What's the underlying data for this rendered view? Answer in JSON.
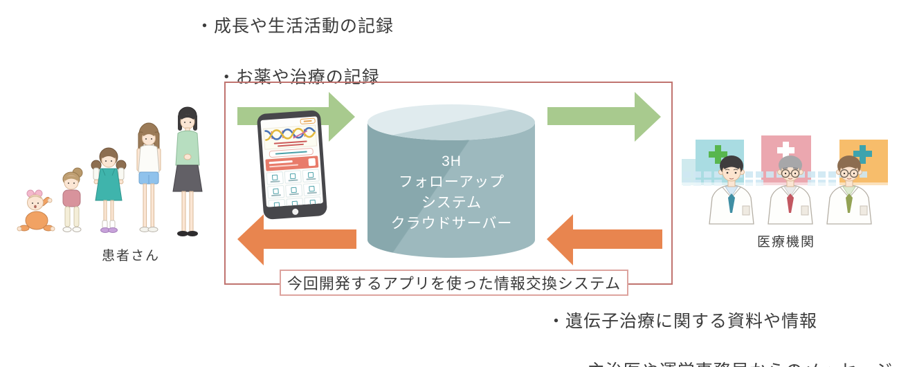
{
  "diagram": {
    "top_notes": [
      "・成長や生活活動の記録",
      "・お薬や治療の記録"
    ],
    "bottom_notes": [
      "・遺伝子治療に関する資料や情報",
      "・主治医や運営事務局からのメッセージ"
    ],
    "patients_caption": "患者さん",
    "hospital_caption": "医療機関",
    "server_lines": [
      "3H",
      "フォローアップ",
      "システム",
      "クラウドサーバー"
    ],
    "box_caption": "今回開発するアプリを使った情報交換システム",
    "icons": {
      "green_arrow": "arrow-right-icon",
      "orange_arrow": "arrow-left-icon",
      "cylinder": "cloud-server-cylinder-icon",
      "phone": "smartphone-app-icon",
      "patients": "patient-family-illustration",
      "hospital": "doctors-hospital-illustration"
    },
    "colors": {
      "arrow_green": "#a8ca8e",
      "arrow_orange": "#e8854f",
      "box_border": "#c0736f",
      "caption_border": "#dda39e",
      "cylinder_body_dark": "#88a8ad",
      "cylinder_body_light": "#9db9be",
      "cylinder_top_light": "#e0ebee",
      "cylinder_top_dark": "#c2d6da",
      "text": "#3c3c3c"
    }
  }
}
